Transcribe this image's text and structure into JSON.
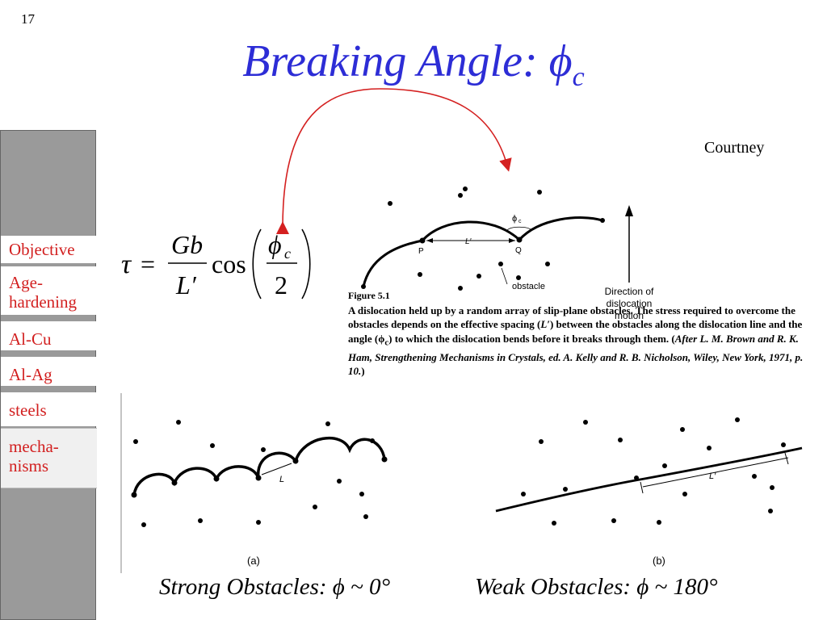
{
  "slide": {
    "number": "17"
  },
  "title": {
    "main": "Breaking Angle: ϕ",
    "subscript": "c"
  },
  "sidebar": {
    "items": [
      {
        "label": "Objective"
      },
      {
        "label_line1": "Age-",
        "label_line2": "hardening"
      },
      {
        "label": "Al-Cu"
      },
      {
        "label": "Al-Ag"
      },
      {
        "label": "steels"
      },
      {
        "label_line1": "mecha-",
        "label_line2": "nisms",
        "active": true
      }
    ]
  },
  "equation": {
    "lhs": "τ",
    "equals": "=",
    "numerator": "Gb",
    "denominator": "L′",
    "func": "cos",
    "angle_num": "ϕ",
    "angle_sub": "c",
    "angle_den": "2"
  },
  "figure_top": {
    "credit": "Courtney",
    "labels": {
      "phi": "ϕ",
      "phi_sub": "c",
      "p": "P",
      "q": "Q",
      "spacing": "L′",
      "obstacle": "obstacle",
      "direction_line1": "Direction of",
      "direction_line2": "dislocation",
      "direction_line3": "motion"
    },
    "caption": {
      "figure_label": "Figure 5.1",
      "text_part1": "A dislocation held up by a random array of slip-plane obstacles.  The stress required to overcome the obstacles depends on the effective spacing (",
      "text_lprime": "L′",
      "text_part2": ") between the obstacles along the dislocation line and the angle (ϕ",
      "text_sub": "c",
      "text_part3": ") to which the dislocation bends before it breaks through them.  (",
      "citation": "After L. M. Brown and R. K. Ham, Strengthening Mechanisms in Crystals, ed. A. Kelly and R. B. Nicholson, Wiley, New York, 1971, p. 10.",
      "text_end": ")"
    }
  },
  "figure_bottom": {
    "label_a": "(a)",
    "label_b": "(b)",
    "spacing_a": "L",
    "spacing_b": "L′"
  },
  "captions": {
    "strong": "Strong Obstacles: ϕ ~ 0°",
    "weak": "Weak Obstacles: ϕ ~ 180°"
  },
  "colors": {
    "title": "#2d2dd6",
    "nav_text": "#d21f1f",
    "sidebar_bg": "#9a9a9a",
    "arrow": "#d42020"
  }
}
